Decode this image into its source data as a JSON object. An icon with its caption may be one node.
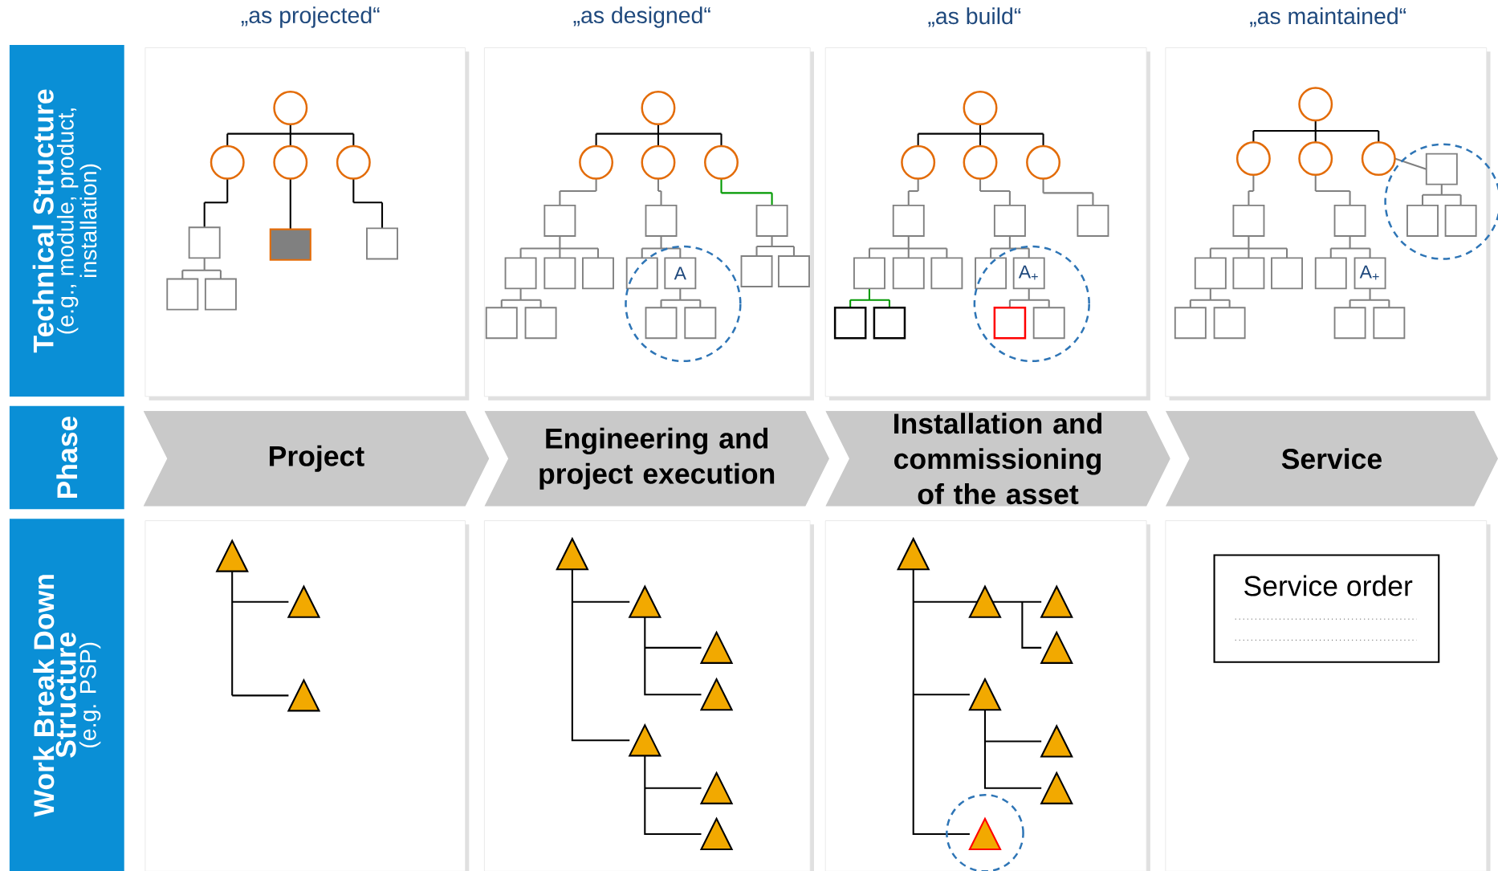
{
  "diagram": {
    "nodes": [
      {
        "text": [
          "Technical Structure",
          "(e.g., module, product, installation)"
        ]
      },
      {
        "text": [
          "Phase"
        ]
      },
      {
        "text": [
          "Work Break Down Structure",
          "(e.g. PSP)"
        ]
      },
      {
        "text": [
          "Project"
        ]
      },
      {
        "text": [
          "Engineering and project execution"
        ]
      },
      {
        "text": [
          "Installation and commissioning of the asset"
        ]
      },
      {
        "text": [
          "Service"
        ]
      },
      {
        "text": [
          "Service order"
        ]
      }
    ],
    "labels": [
      "„as projected“",
      "„as designed“",
      "„as build“",
      "„as maintained“",
      "A",
      "A$_{+}$",
      "A$_{+}$"
    ]
  }
}
